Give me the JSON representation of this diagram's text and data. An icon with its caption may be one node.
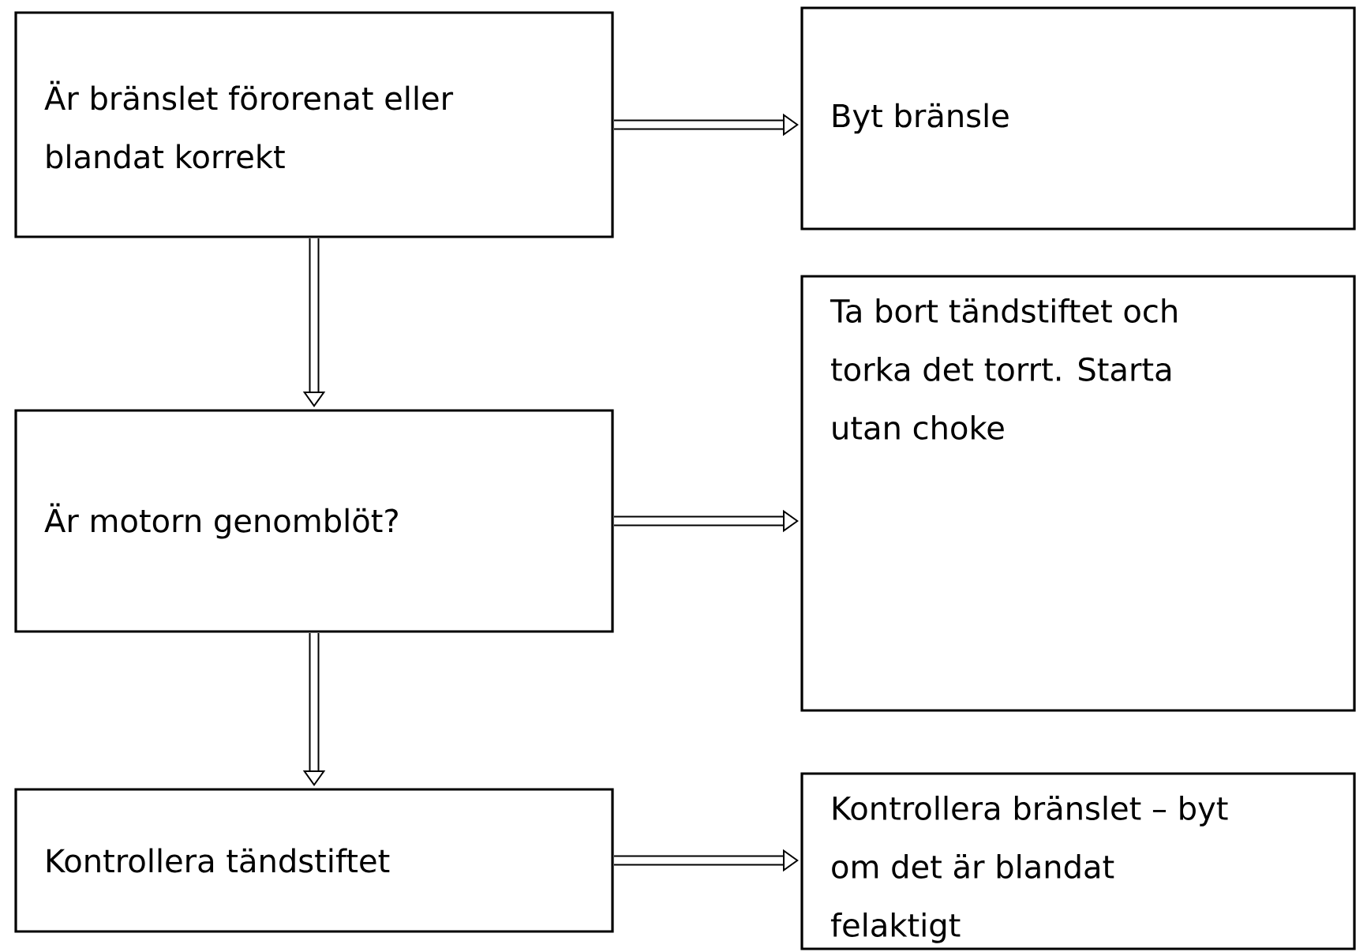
{
  "diagram": {
    "nodes": [
      {
        "text": [
          "Är bränslet förorenat eller blandat korrekt"
        ]
      },
      {
        "text": [
          "Byt bränsle"
        ]
      },
      {
        "text": [
          "Är motorn genomblöt?"
        ]
      },
      {
        "text": [
          "Ta bort tändstiftet och torka det torrt. Starta utan choke"
        ]
      },
      {
        "text": [
          "Kontrollera tändstiftet"
        ]
      },
      {
        "text": [
          "Kontrollera bränslet – byt om det är blandat felaktigt"
        ]
      }
    ],
    "edges": [
      {
        "from": 0,
        "to": 1,
        "arrow": "to"
      },
      {
        "from": 0,
        "to": 2,
        "arrow": "to"
      },
      {
        "from": 2,
        "to": 3,
        "arrow": "to"
      },
      {
        "from": 2,
        "to": 4,
        "arrow": "to"
      },
      {
        "from": 4,
        "to": 5,
        "arrow": "to"
      }
    ]
  }
}
